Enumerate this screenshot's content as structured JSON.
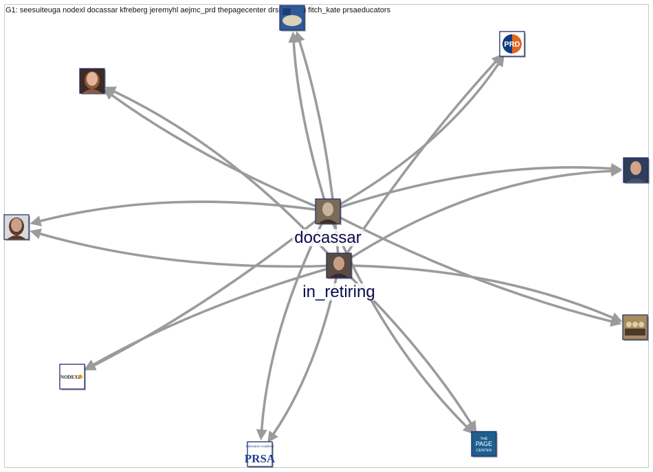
{
  "graph": {
    "title": "G1: seesuiteuga nodexl docassar kfreberg jeremyhl aejmc_prd thepagecenter drsmadden fitch_kate prsaeducators",
    "nodes": [
      {
        "id": "docassar",
        "label": "docassar",
        "icon": "man-photo-icon",
        "colors": [
          "#7a6a58",
          "#c9b49b",
          "#3b2f27"
        ]
      },
      {
        "id": "in_retiring",
        "label": "in_retiring",
        "icon": "man-photo-icon",
        "colors": [
          "#5b4b43",
          "#c99e84",
          "#2f2a30"
        ]
      },
      {
        "id": "seesuiteuga",
        "label": "",
        "icon": "cartoon-photo-icon",
        "colors": [
          "#305a9a",
          "#d9d2b8",
          "#1d3f72"
        ]
      },
      {
        "id": "aejmc_prd",
        "label": "",
        "icon": "prd-logo-icon",
        "logo_text": "PRD",
        "colors": [
          "#0d3b82",
          "#e3641e",
          "#ffffff"
        ]
      },
      {
        "id": "kfreberg",
        "label": "",
        "icon": "woman-photo-icon",
        "colors": [
          "#3e2c24",
          "#e4b59a",
          "#8b5a3c"
        ]
      },
      {
        "id": "jeremyhl",
        "label": "",
        "icon": "man-photo-icon",
        "colors": [
          "#2f3f5a",
          "#cfa488",
          "#43506a"
        ]
      },
      {
        "id": "fitch_kate",
        "label": "",
        "icon": "woman-photo-icon",
        "colors": [
          "#d9d9d9",
          "#caa088",
          "#5b3a2b"
        ]
      },
      {
        "id": "drsmadden",
        "label": "",
        "icon": "group-photo-icon",
        "colors": [
          "#a88a60",
          "#e0cfa8",
          "#4a3a2a"
        ]
      },
      {
        "id": "nodexl",
        "label": "",
        "icon": "nodexl-logo-icon",
        "logo_text": "NODEXL",
        "colors": [
          "#ffffff",
          "#1a1a1a",
          "#e0a020"
        ]
      },
      {
        "id": "prsaeducators",
        "label": "",
        "icon": "prsa-logo-icon",
        "logo_text": "PRSA",
        "logo_subtext": "Educators Academy",
        "colors": [
          "#ffffff",
          "#1f3f8a",
          "#1f3f8a"
        ]
      },
      {
        "id": "thepagecenter",
        "label": "",
        "icon": "page-center-logo-icon",
        "logo_text": "THE PAGE CENTER",
        "colors": [
          "#1f5f8f",
          "#ffffff",
          "#1f5f8f"
        ]
      }
    ],
    "edges": [
      {
        "from": "docassar",
        "to": "seesuiteuga"
      },
      {
        "from": "in_retiring",
        "to": "seesuiteuga"
      },
      {
        "from": "docassar",
        "to": "aejmc_prd"
      },
      {
        "from": "in_retiring",
        "to": "aejmc_prd"
      },
      {
        "from": "docassar",
        "to": "kfreberg"
      },
      {
        "from": "in_retiring",
        "to": "kfreberg"
      },
      {
        "from": "docassar",
        "to": "jeremyhl"
      },
      {
        "from": "in_retiring",
        "to": "jeremyhl"
      },
      {
        "from": "docassar",
        "to": "fitch_kate"
      },
      {
        "from": "in_retiring",
        "to": "fitch_kate"
      },
      {
        "from": "docassar",
        "to": "drsmadden"
      },
      {
        "from": "in_retiring",
        "to": "drsmadden"
      },
      {
        "from": "docassar",
        "to": "nodexl"
      },
      {
        "from": "in_retiring",
        "to": "nodexl"
      },
      {
        "from": "docassar",
        "to": "prsaeducators"
      },
      {
        "from": "in_retiring",
        "to": "prsaeducators"
      },
      {
        "from": "docassar",
        "to": "thepagecenter"
      },
      {
        "from": "in_retiring",
        "to": "thepagecenter"
      }
    ]
  }
}
